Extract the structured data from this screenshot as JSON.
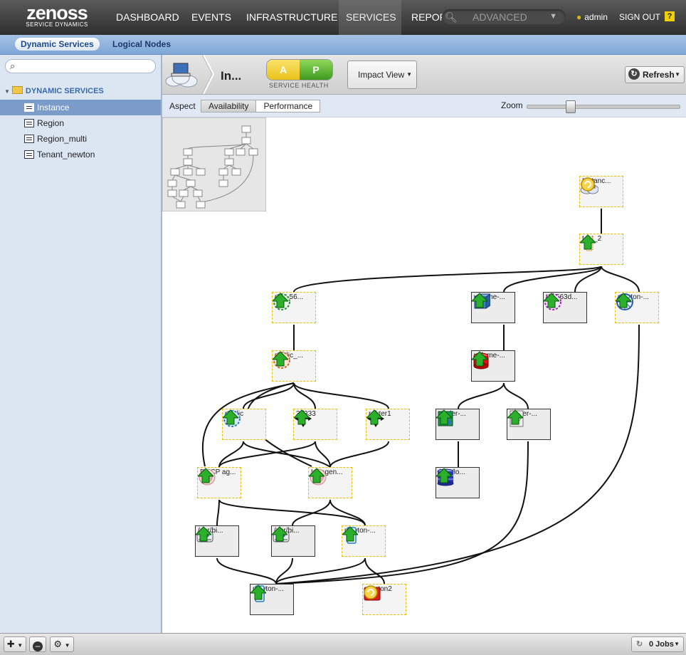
{
  "brand": {
    "logo_text": "zenoss",
    "logo_sub": "SERVICE DYNAMICS"
  },
  "nav": {
    "items": [
      "DASHBOARD",
      "EVENTS",
      "INFRASTRUCTURE",
      "SERVICES",
      "REPORTS"
    ],
    "active": "SERVICES",
    "search_text": "ADVANCED",
    "user": "admin",
    "signout": "SIGN OUT",
    "help": "?"
  },
  "subnav": {
    "tabs": [
      "Dynamic Services",
      "Logical Nodes"
    ],
    "active": "Dynamic Services"
  },
  "sidebar": {
    "search_placeholder": "",
    "root": "DYNAMIC SERVICES",
    "items": [
      {
        "label": "Instance",
        "selected": true
      },
      {
        "label": "Region",
        "selected": false
      },
      {
        "label": "Region_multi",
        "selected": false
      },
      {
        "label": "Tenant_newton",
        "selected": false
      }
    ]
  },
  "header": {
    "title": "In...",
    "health": {
      "a": "A",
      "p": "P",
      "label": "SERVICE HEALTH",
      "a_color": "#f0cf2a",
      "p_color": "#5cb832"
    },
    "view_select": "Impact View",
    "refresh": "Refresh"
  },
  "aspect": {
    "label": "Aspect",
    "options": [
      "Availability",
      "Performance"
    ],
    "selected": "Availability",
    "zoom_label": "Zoom"
  },
  "graph": {
    "nodes": [
      {
        "id": "n1",
        "label": "Instanc...",
        "icon": "cloud-computer-icon",
        "status": "unknown-icon",
        "border": "dashed"
      },
      {
        "id": "n2",
        "label": "test_2",
        "icon": "server-icon",
        "status": "up-arrow-icon",
        "border": "dashed"
      },
      {
        "id": "n3",
        "label": "port-56...",
        "icon": "port-icon",
        "status": "up-arrow-icon",
        "border": "dashed"
      },
      {
        "id": "n4",
        "label": "volume-...",
        "icon": "volume-cube-icon",
        "status": "up-arrow-icon",
        "border": "solid"
      },
      {
        "id": "n5",
        "label": "tap563d...",
        "icon": "tap-icon",
        "status": "up-arrow-icon",
        "border": "solid"
      },
      {
        "id": "n6",
        "label": "newton-...",
        "icon": "network-wheel-icon",
        "status": "up-arrow-icon",
        "border": "dashed"
      },
      {
        "id": "n7",
        "label": "public_...",
        "icon": "subnet-icon",
        "status": "up-arrow-icon",
        "border": "dashed"
      },
      {
        "id": "n8",
        "label": "volume-...",
        "icon": "database-red-icon",
        "status": "up-arrow-icon",
        "border": "solid"
      },
      {
        "id": "n9",
        "label": "public",
        "icon": "network-globe-icon",
        "status": "up-arrow-icon",
        "border": "dashed"
      },
      {
        "id": "n10",
        "label": "33333",
        "icon": "router-arrows-icon",
        "status": "up-arrow-icon",
        "border": "dashed"
      },
      {
        "id": "n11",
        "label": "router1",
        "icon": "router-arrows-icon",
        "status": "up-arrow-icon",
        "border": "dashed"
      },
      {
        "id": "n12",
        "label": "cinder-...",
        "icon": "storage-stack-icon",
        "status": "up-arrow-icon",
        "border": "solid"
      },
      {
        "id": "n13",
        "label": "cinder-...",
        "icon": "disk-icon",
        "status": "up-arrow-icon",
        "border": "solid"
      },
      {
        "id": "n14",
        "label": "DHCP ag...",
        "icon": "agent-icon",
        "status": "up-arrow-icon",
        "border": "dashed"
      },
      {
        "id": "n15",
        "label": "L3 agen...",
        "icon": "agent-icon",
        "status": "up-arrow-icon",
        "border": "dashed"
      },
      {
        "id": "n16",
        "label": "/dev/lo...",
        "icon": "device-cylinder-icon",
        "status": "up-arrow-icon",
        "border": "solid"
      },
      {
        "id": "n17",
        "label": "/usr/bi...",
        "icon": "process-icon",
        "status": "up-arrow-icon",
        "border": "solid"
      },
      {
        "id": "n18",
        "label": "/usr/bi...",
        "icon": "process-icon",
        "status": "up-arrow-icon",
        "border": "solid"
      },
      {
        "id": "n19",
        "label": "newton-...",
        "icon": "host-icon",
        "status": "up-arrow-icon",
        "border": "dashed"
      },
      {
        "id": "n20",
        "label": "newton-...",
        "icon": "host-icon",
        "status": "up-arrow-icon",
        "border": "solid"
      },
      {
        "id": "n21",
        "label": "newton2",
        "icon": "openstack-icon",
        "status": "unknown-icon",
        "border": "dashed"
      }
    ]
  },
  "footer": {
    "jobs": "0 Jobs"
  }
}
